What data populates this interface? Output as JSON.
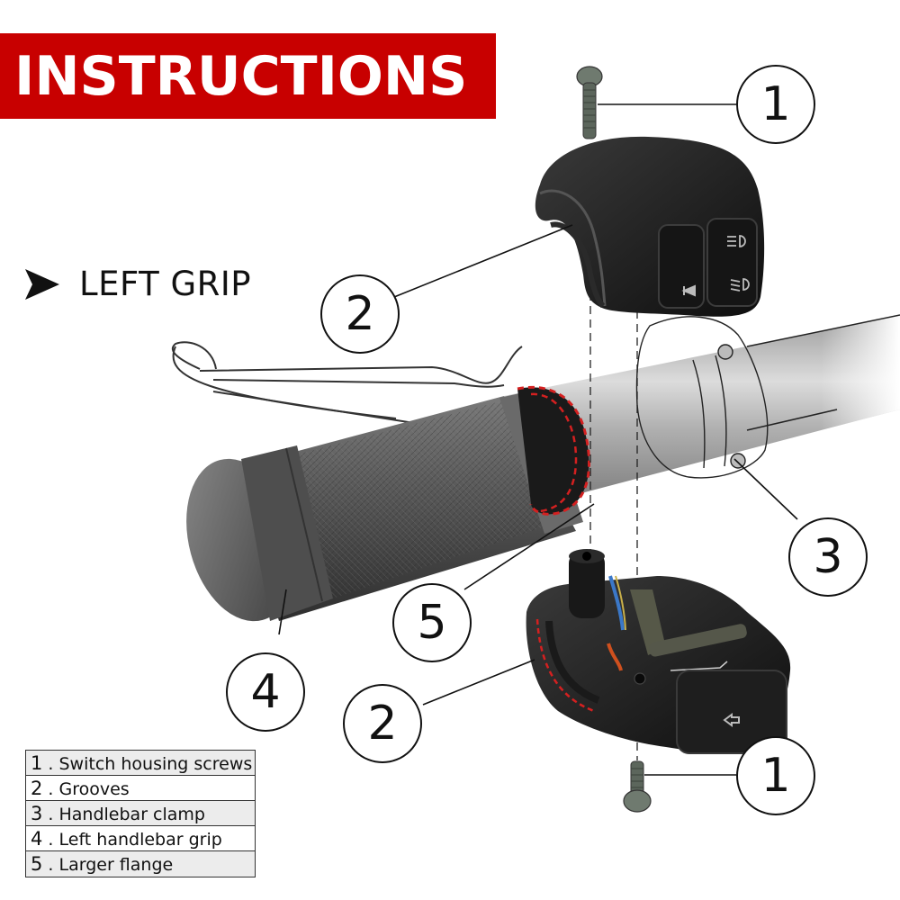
{
  "banner": {
    "title": "INSTRUCTIONS",
    "color": "#c80000"
  },
  "section": {
    "arrow_icon": "triangle-right-icon",
    "label": "LEFT GRIP"
  },
  "callouts": [
    {
      "id": "1",
      "label": "1",
      "position": "top-screw"
    },
    {
      "id": "2",
      "label": "2",
      "position": "upper-housing"
    },
    {
      "id": "3",
      "label": "3",
      "position": "handlebar-clamp"
    },
    {
      "id": "4",
      "label": "4",
      "position": "grip"
    },
    {
      "id": "5",
      "label": "5",
      "position": "flange"
    },
    {
      "id": "2b",
      "label": "2",
      "position": "lower-housing"
    },
    {
      "id": "1b",
      "label": "1",
      "position": "bottom-screw"
    }
  ],
  "legend": [
    {
      "num": "1",
      "sep": " . ",
      "text": "Switch housing screws"
    },
    {
      "num": "2",
      "sep": " . ",
      "text": "Grooves"
    },
    {
      "num": "3",
      "sep": " . ",
      "text": "Handlebar clamp"
    },
    {
      "num": "4",
      "sep": " . ",
      "text": "Left handlebar grip"
    },
    {
      "num": "5",
      "sep": " . ",
      "text": "Larger flange"
    }
  ],
  "colors": {
    "accent_red": "#c80000",
    "dashed_groove": "#d42020",
    "housing": "#1c1c1c",
    "grip": "#5a5a5a"
  },
  "switch_icons": [
    "horn-icon",
    "high-beam-icon",
    "low-beam-icon",
    "turn-signal-left-icon"
  ]
}
